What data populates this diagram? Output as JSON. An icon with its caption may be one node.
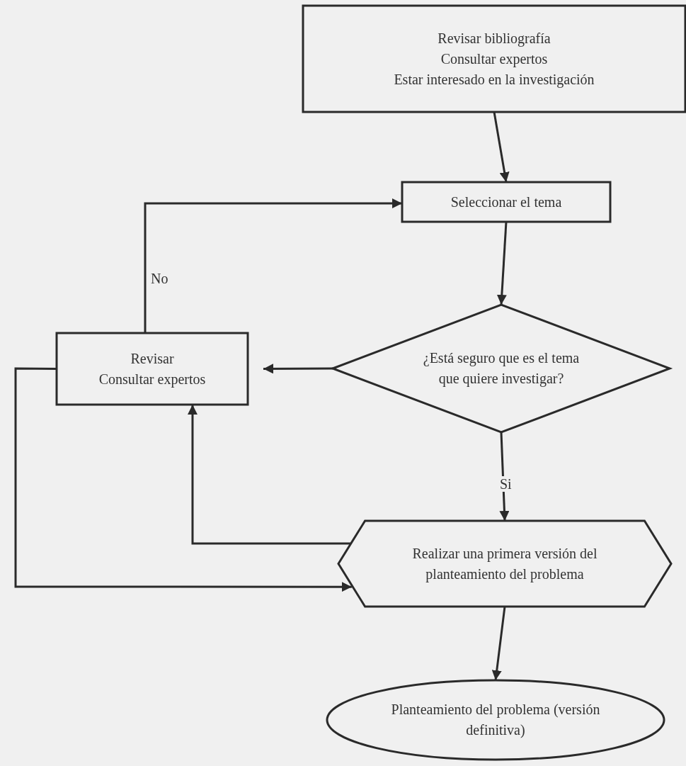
{
  "diagram": {
    "nodes": [
      {
        "text": [
          "Revisar bibliografía",
          "Consultar expertos",
          "Estar interesado en la investigación"
        ]
      },
      {
        "text": [
          "Seleccionar el tema"
        ]
      },
      {
        "text": [
          "¿Está seguro que es el tema que quiere investigar?"
        ]
      },
      {
        "text": [
          "Revisar",
          "Consultar expertos"
        ]
      },
      {
        "text": [
          "Realizar una primera versión del planteamiento del problema"
        ]
      },
      {
        "text": [
          "Planteamiento del problema (versión definitiva)"
        ]
      }
    ],
    "edges": [
      {
        "from": 0,
        "to": 1,
        "arrow": "to"
      },
      {
        "from": 1,
        "to": 2,
        "arrow": "to"
      },
      {
        "from": 2,
        "to": 3,
        "arrow": "to"
      },
      {
        "from": 3,
        "to": 1,
        "arrow": "to",
        "label": "No"
      },
      {
        "from": 2,
        "to": 4,
        "arrow": "to",
        "label": "Si"
      },
      {
        "from": 4,
        "to": 3,
        "arrow": "to"
      },
      {
        "from": 3,
        "to": 4,
        "arrow": "to"
      },
      {
        "from": 4,
        "to": 5,
        "arrow": "to"
      }
    ]
  }
}
